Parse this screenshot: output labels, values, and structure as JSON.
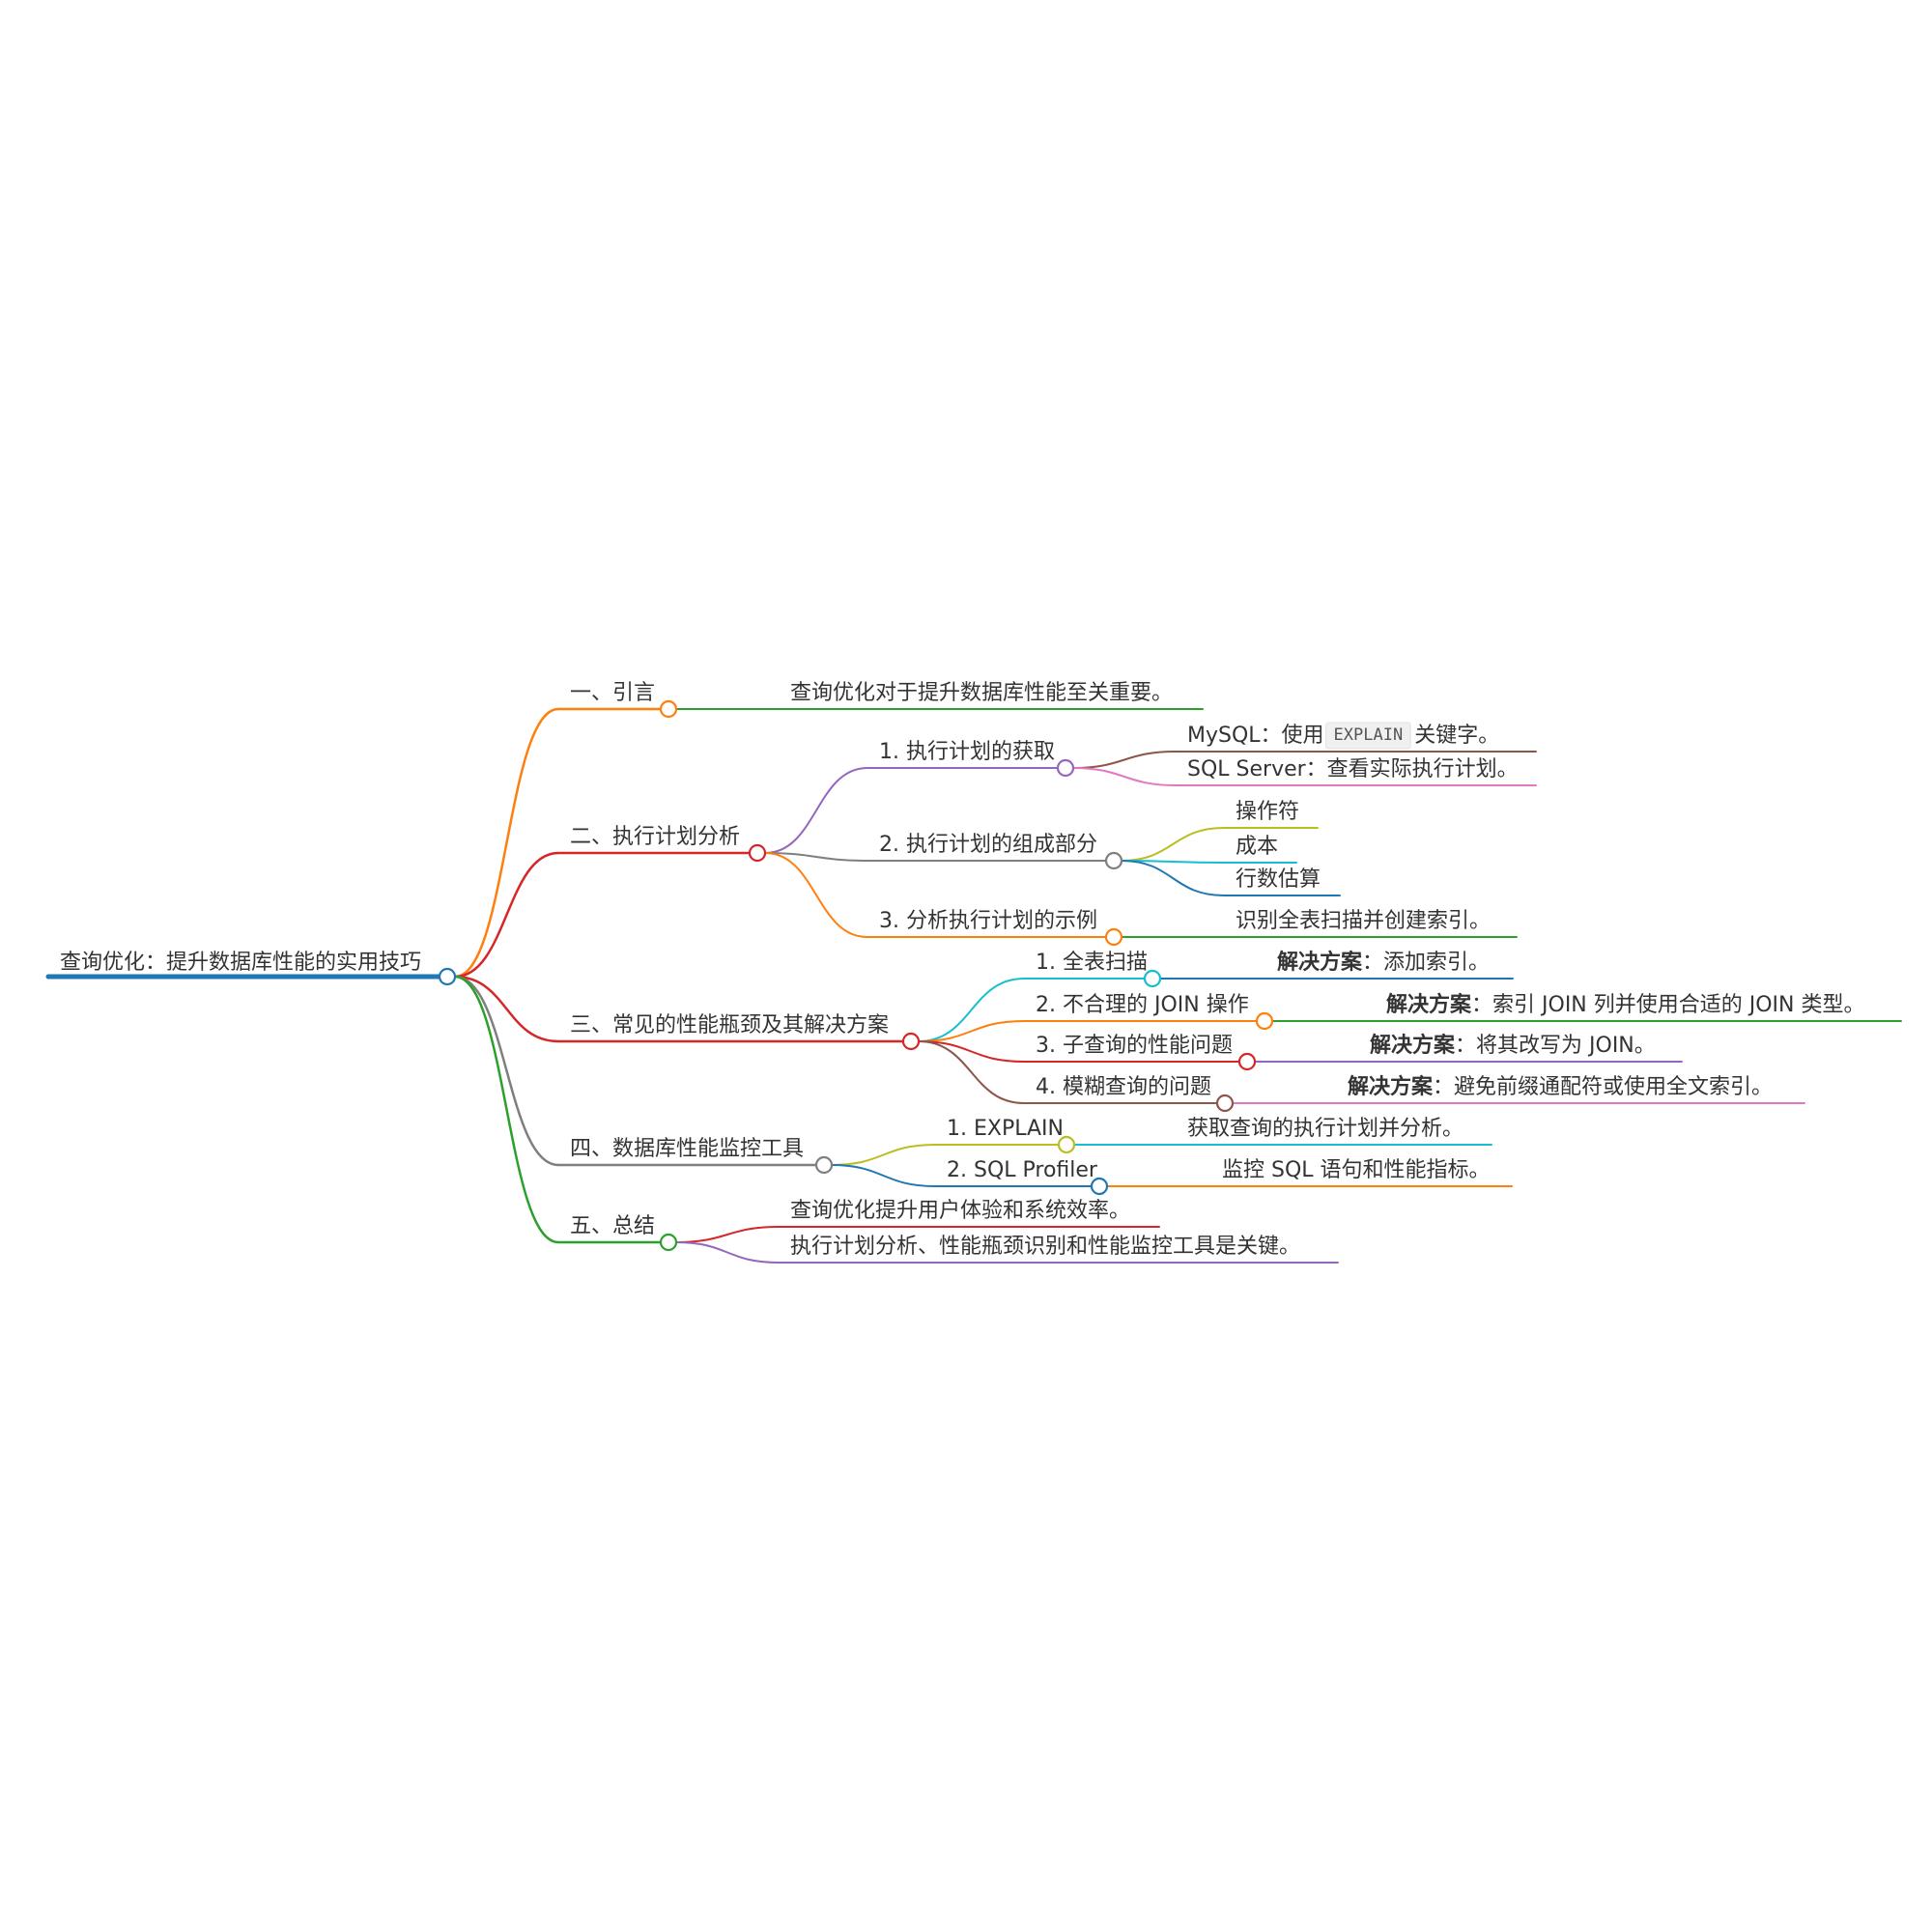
{
  "root": {
    "label": "查询优化：提升数据库性能的实用技巧",
    "color": "#1f77b4"
  },
  "branches": [
    {
      "label": "一、引言",
      "color": "#ff7f0e",
      "children": [
        {
          "label": "查询优化对于提升数据库性能至关重要。",
          "color": "#2ca02c"
        }
      ]
    },
    {
      "label": "二、执行计划分析",
      "color": "#d62728",
      "children": [
        {
          "label": "1. 执行计划的获取",
          "color": "#9467bd",
          "children": [
            {
              "prefix": "MySQL：使用 ",
              "code": "EXPLAIN",
              "suffix": " 关键字。",
              "color": "#8c564b"
            },
            {
              "label": "SQL Server：查看实际执行计划。",
              "color": "#e377c2"
            }
          ]
        },
        {
          "label": "2. 执行计划的组成部分",
          "color": "#7f7f7f",
          "children": [
            {
              "label": "操作符",
              "color": "#bcbd22"
            },
            {
              "label": "成本",
              "color": "#17becf"
            },
            {
              "label": "行数估算",
              "color": "#1f77b4"
            }
          ]
        },
        {
          "label": "3. 分析执行计划的示例",
          "color": "#ff7f0e",
          "children": [
            {
              "label": "识别全表扫描并创建索引。",
              "color": "#2ca02c"
            }
          ]
        }
      ]
    },
    {
      "label": "三、常见的性能瓶颈及其解决方案",
      "color": "#d62728",
      "children": [
        {
          "label": "1. 全表扫描",
          "color": "#17becf",
          "children": [
            {
              "bold": "解决方案",
              "rest": "：添加索引。",
              "color": "#1f77b4"
            }
          ]
        },
        {
          "label": "2. 不合理的 JOIN 操作",
          "color": "#ff7f0e",
          "children": [
            {
              "bold": "解决方案",
              "rest": "：索引 JOIN 列并使用合适的 JOIN 类型。",
              "color": "#2ca02c"
            }
          ]
        },
        {
          "label": "3. 子查询的性能问题",
          "color": "#d62728",
          "children": [
            {
              "bold": "解决方案",
              "rest": "：将其改写为 JOIN。",
              "color": "#9467bd"
            }
          ]
        },
        {
          "label": "4. 模糊查询的问题",
          "color": "#8c564b",
          "children": [
            {
              "bold": "解决方案",
              "rest": "：避免前缀通配符或使用全文索引。",
              "color": "#e377c2"
            }
          ]
        }
      ]
    },
    {
      "label": "四、数据库性能监控工具",
      "color": "#7f7f7f",
      "children": [
        {
          "label": "1. EXPLAIN",
          "color": "#bcbd22",
          "children": [
            {
              "label": "获取查询的执行计划并分析。",
              "color": "#17becf"
            }
          ]
        },
        {
          "label": "2. SQL Profiler",
          "color": "#1f77b4",
          "children": [
            {
              "label": "监控 SQL 语句和性能指标。",
              "color": "#ff7f0e"
            }
          ]
        }
      ]
    },
    {
      "label": "五、总结",
      "color": "#2ca02c",
      "children": [
        {
          "label": "查询优化提升用户体验和系统效率。",
          "color": "#d62728"
        },
        {
          "label": "执行计划分析、性能瓶颈识别和性能监控工具是关键。",
          "color": "#9467bd"
        }
      ]
    }
  ]
}
